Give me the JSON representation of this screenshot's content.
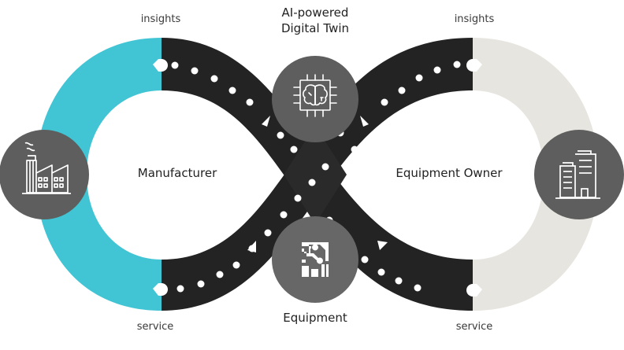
{
  "diagram": {
    "title_top": {
      "line1": "AI-powered",
      "line2": "Digital Twin"
    },
    "title_bottom": "Equipment",
    "left_label": "Manufacturer",
    "right_label": "Equipment Owner",
    "labels": {
      "top_left": "insights",
      "top_right": "insights",
      "bottom_left": "service",
      "bottom_right": "service"
    },
    "nodes": [
      {
        "id": "manufacturer",
        "icon": "factory-icon"
      },
      {
        "id": "digital-twin",
        "icon": "ai-brain-chip-icon"
      },
      {
        "id": "equipment",
        "icon": "circuit-board-icon"
      },
      {
        "id": "equipment-owner",
        "icon": "office-building-icon"
      }
    ],
    "colors": {
      "manufacturer_arc": "#41c4d3",
      "owner_arc": "#e7e5df",
      "flow_band": "#232323",
      "node_fill": "#5e5e5e",
      "node_fill_light": "#676767",
      "icon_stroke": "#ffffff",
      "text": "#222222"
    }
  }
}
